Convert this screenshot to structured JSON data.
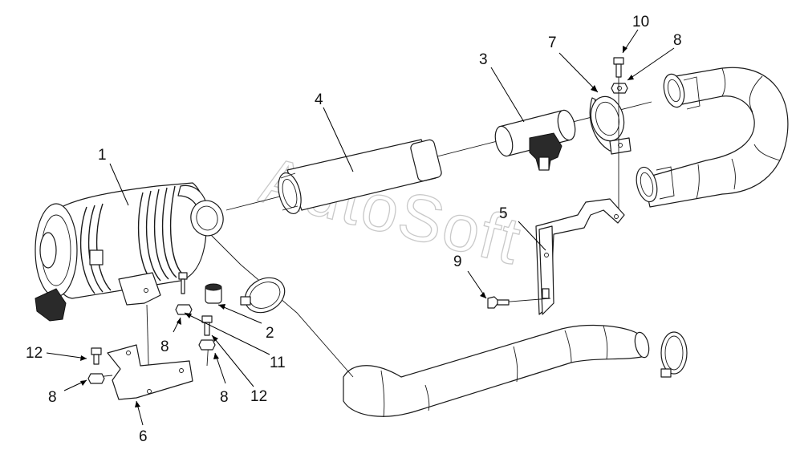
{
  "watermark": "AutoSoft",
  "callouts": [
    {
      "id": "c1",
      "text": "1"
    },
    {
      "id": "c2",
      "text": "2"
    },
    {
      "id": "c3",
      "text": "3"
    },
    {
      "id": "c4",
      "text": "4"
    },
    {
      "id": "c5",
      "text": "5"
    },
    {
      "id": "c6",
      "text": "6"
    },
    {
      "id": "c7",
      "text": "7"
    },
    {
      "id": "c8a",
      "text": "8"
    },
    {
      "id": "c8b",
      "text": "8"
    },
    {
      "id": "c8c",
      "text": "8"
    },
    {
      "id": "c8d",
      "text": "8"
    },
    {
      "id": "c9",
      "text": "9"
    },
    {
      "id": "c10",
      "text": "10"
    },
    {
      "id": "c11",
      "text": "11"
    },
    {
      "id": "c12a",
      "text": "12"
    },
    {
      "id": "c12b",
      "text": "12"
    }
  ]
}
